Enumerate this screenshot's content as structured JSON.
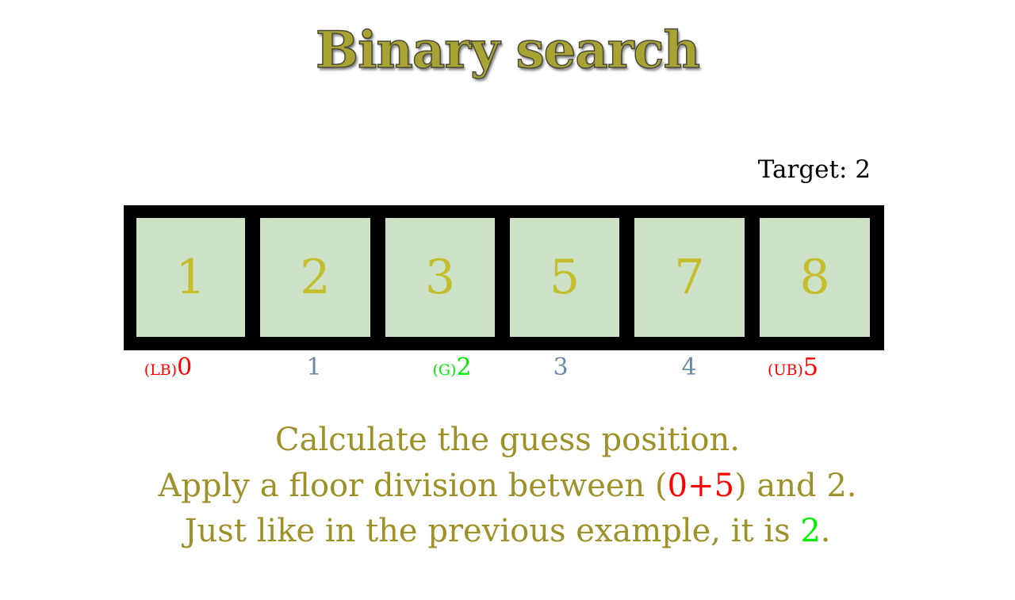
{
  "title": "Binary search",
  "target_label": "Target: 2",
  "array": {
    "cells": [
      {
        "value": "1"
      },
      {
        "value": "2"
      },
      {
        "value": "3"
      },
      {
        "value": "5"
      },
      {
        "value": "7"
      },
      {
        "value": "8"
      }
    ],
    "indices": [
      {
        "tag": "(LB)",
        "index": "0",
        "role": "lower-bound"
      },
      {
        "tag": "",
        "index": "1",
        "role": "plain"
      },
      {
        "tag": "(G)",
        "index": "2",
        "role": "guess"
      },
      {
        "tag": "",
        "index": "3",
        "role": "plain"
      },
      {
        "tag": "",
        "index": "4",
        "role": "plain"
      },
      {
        "tag": "(UB)",
        "index": "5",
        "role": "upper-bound"
      }
    ]
  },
  "caption": {
    "line1": "Calculate the guess position.",
    "line2_before": "Apply a floor division between (",
    "line2_highlight": "0+5",
    "line2_after": ") and 2.",
    "line3_before": "Just like in the previous example, it is ",
    "line3_highlight": "2",
    "line3_after": "."
  },
  "colors": {
    "cell_fill": "#cde1c6",
    "cell_text": "#c4bd2c",
    "array_border": "#000000",
    "bound_color": "#ff0000",
    "guess_color": "#00ee00",
    "index_color": "#6a8aaa",
    "caption_color": "#9e9128"
  }
}
